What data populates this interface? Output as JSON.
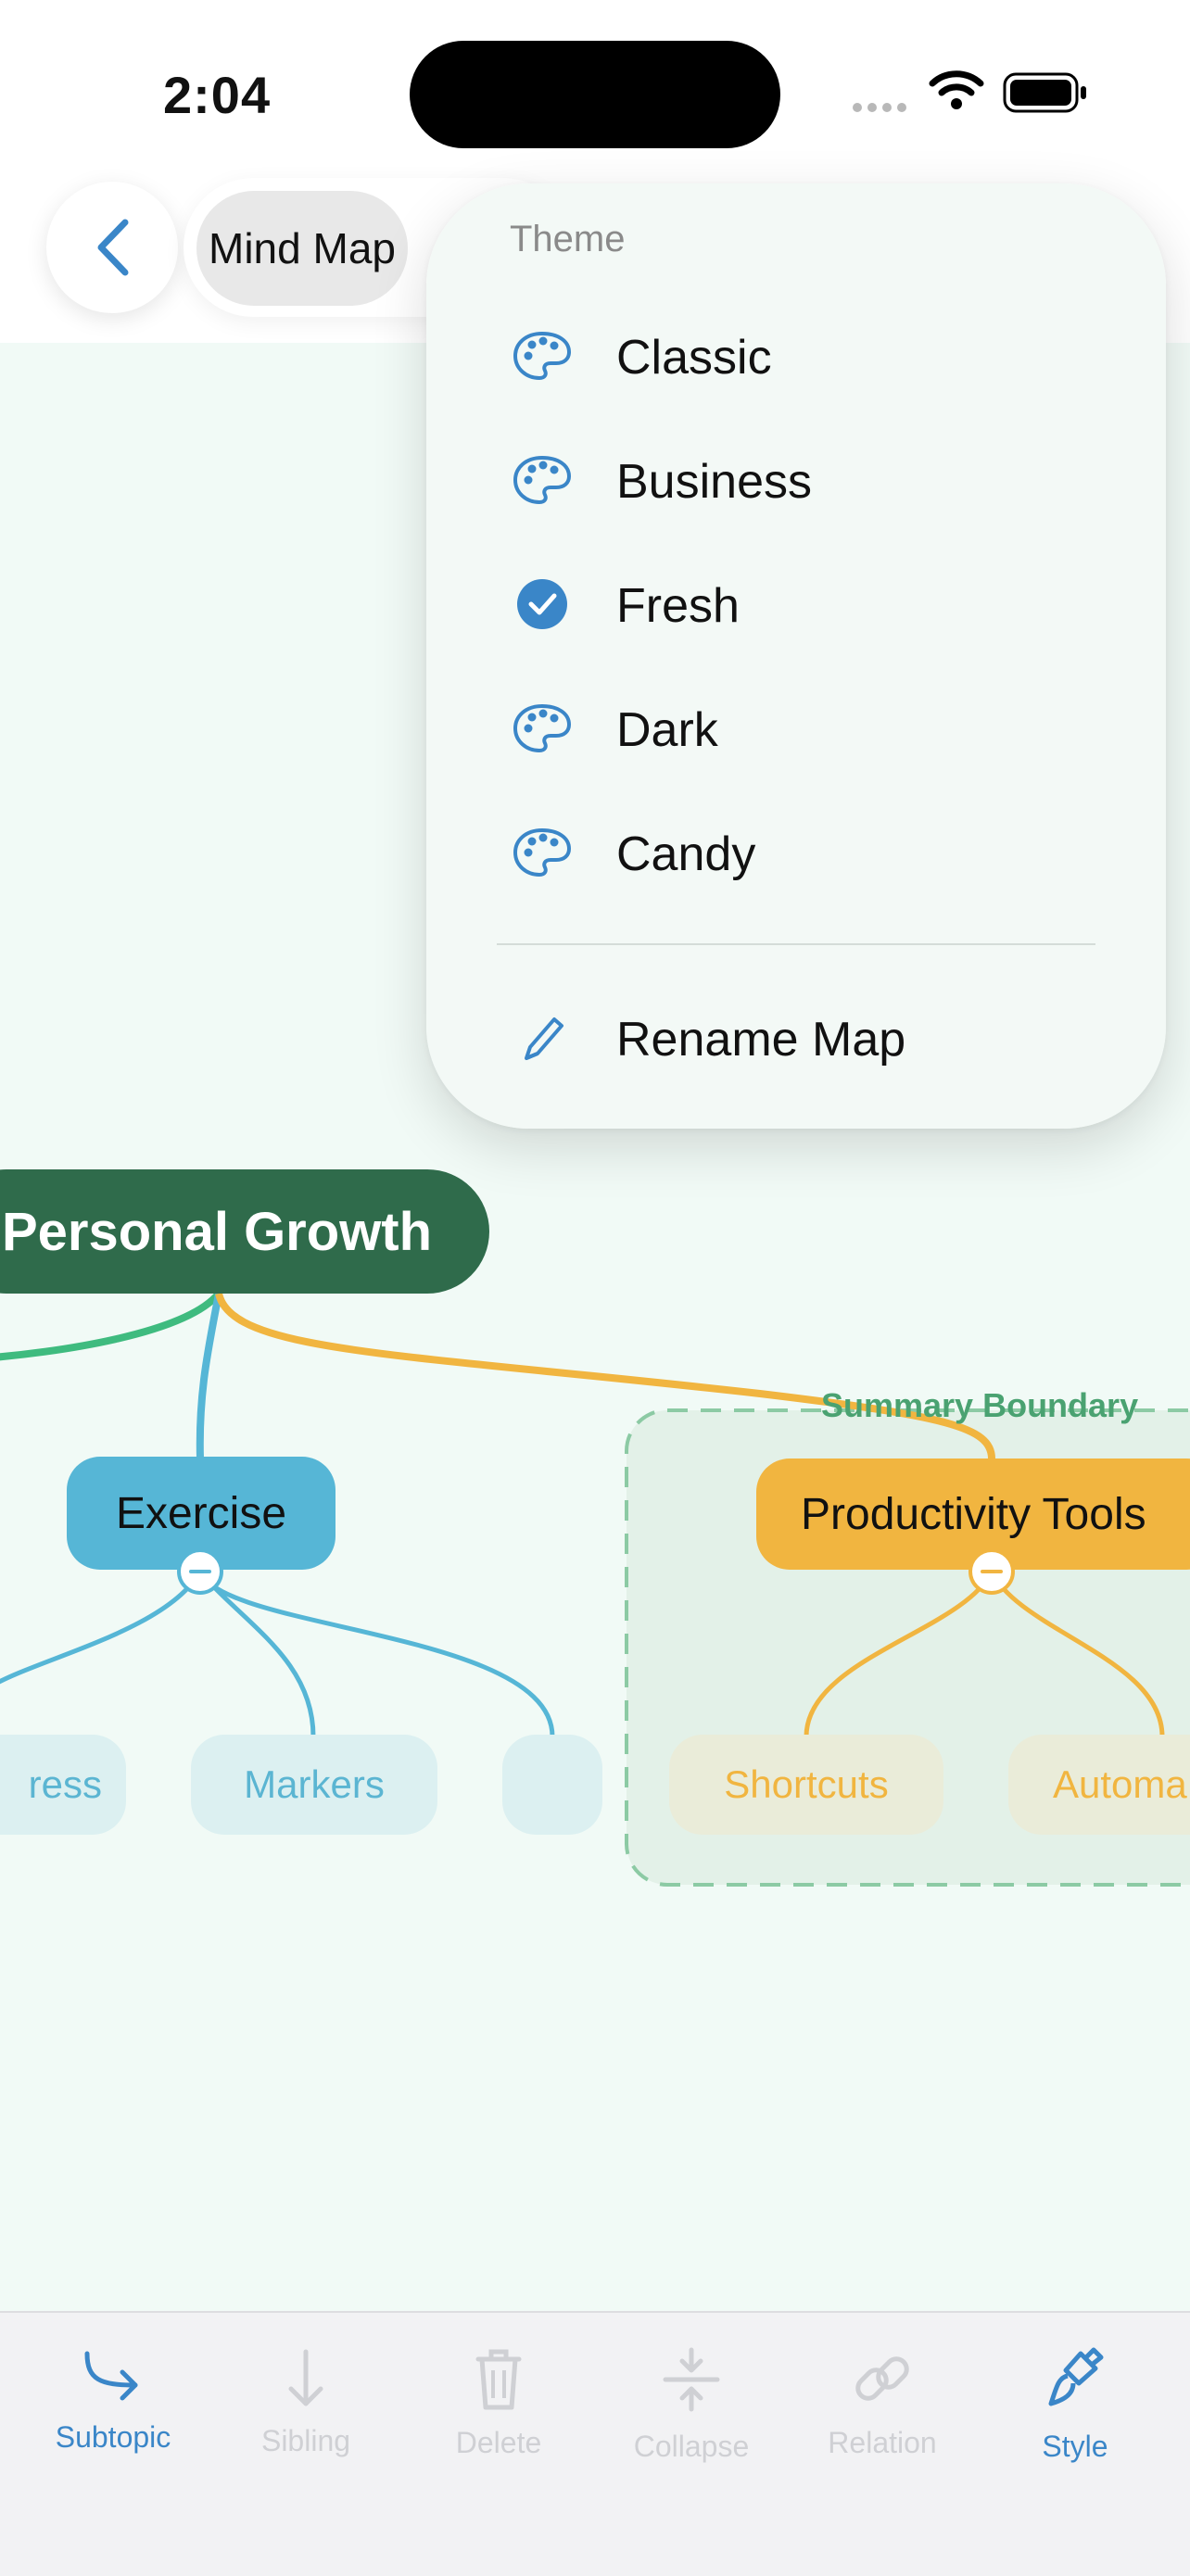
{
  "status_bar": {
    "time": "2:04"
  },
  "nav": {
    "title": "Mind Map"
  },
  "theme_menu": {
    "header": "Theme",
    "items": [
      {
        "label": "Classic",
        "icon": "palette-icon",
        "selected": false
      },
      {
        "label": "Business",
        "icon": "palette-icon",
        "selected": false
      },
      {
        "label": "Fresh",
        "icon": "checkmark-circle-icon",
        "selected": true
      },
      {
        "label": "Dark",
        "icon": "palette-icon",
        "selected": false
      },
      {
        "label": "Candy",
        "icon": "palette-icon",
        "selected": false
      }
    ],
    "rename": {
      "label": "Rename Map",
      "icon": "pencil-icon"
    }
  },
  "map": {
    "root": "Personal Growth",
    "exercise": "Exercise",
    "productivity": "Productivity Tools",
    "progress": "ress",
    "markers": "Markers",
    "shortcuts": "Shortcuts",
    "automation": "Automa",
    "summary_label": "Summary Boundary"
  },
  "toolbar": {
    "items": [
      {
        "label": "Subtopic",
        "icon": "subtopic-arrow-icon",
        "enabled": true
      },
      {
        "label": "Sibling",
        "icon": "arrow-down-icon",
        "enabled": false
      },
      {
        "label": "Delete",
        "icon": "trash-icon",
        "enabled": false
      },
      {
        "label": "Collapse",
        "icon": "collapse-icon",
        "enabled": false
      },
      {
        "label": "Relation",
        "icon": "link-icon",
        "enabled": false
      },
      {
        "label": "Style",
        "icon": "paintbrush-icon",
        "enabled": true
      }
    ]
  },
  "colors": {
    "accent": "#3a86c8",
    "canvas_bg": "#f1faf6",
    "root_node": "#2f6b4b",
    "exercise_branch": "#56b6d6",
    "productivity_branch": "#f1b540",
    "summary_boundary": "#4aa271"
  }
}
